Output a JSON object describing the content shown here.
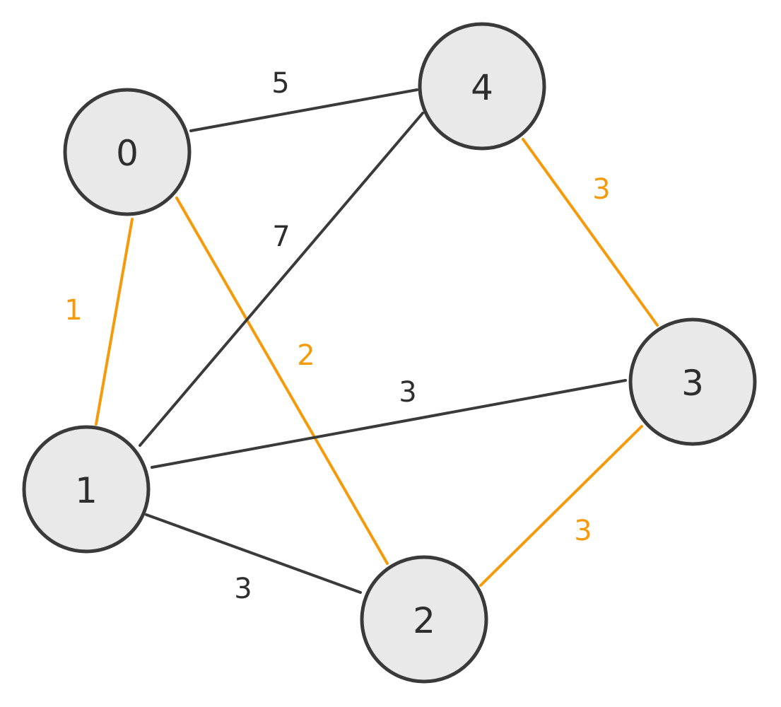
{
  "colors": {
    "edge_default": "#3a3a3a",
    "edge_highlight": "#f59a0b",
    "node_fill": "#e9e9e9",
    "node_stroke": "#3a3a3a",
    "label_default": "#2e2e2e",
    "label_highlight": "#f59a0b"
  },
  "nodes": [
    {
      "id": "0",
      "label": "0"
    },
    {
      "id": "1",
      "label": "1"
    },
    {
      "id": "2",
      "label": "2"
    },
    {
      "id": "3",
      "label": "3"
    },
    {
      "id": "4",
      "label": "4"
    }
  ],
  "edges": [
    {
      "from": "0",
      "to": "4",
      "weight": "5",
      "highlighted": false
    },
    {
      "from": "0",
      "to": "1",
      "weight": "1",
      "highlighted": true
    },
    {
      "from": "0",
      "to": "2",
      "weight": "2",
      "highlighted": true
    },
    {
      "from": "1",
      "to": "4",
      "weight": "7",
      "highlighted": false
    },
    {
      "from": "1",
      "to": "3",
      "weight": "3",
      "highlighted": false
    },
    {
      "from": "1",
      "to": "2",
      "weight": "3",
      "highlighted": false
    },
    {
      "from": "4",
      "to": "3",
      "weight": "3",
      "highlighted": true
    },
    {
      "from": "3",
      "to": "2",
      "weight": "3",
      "highlighted": true
    }
  ]
}
